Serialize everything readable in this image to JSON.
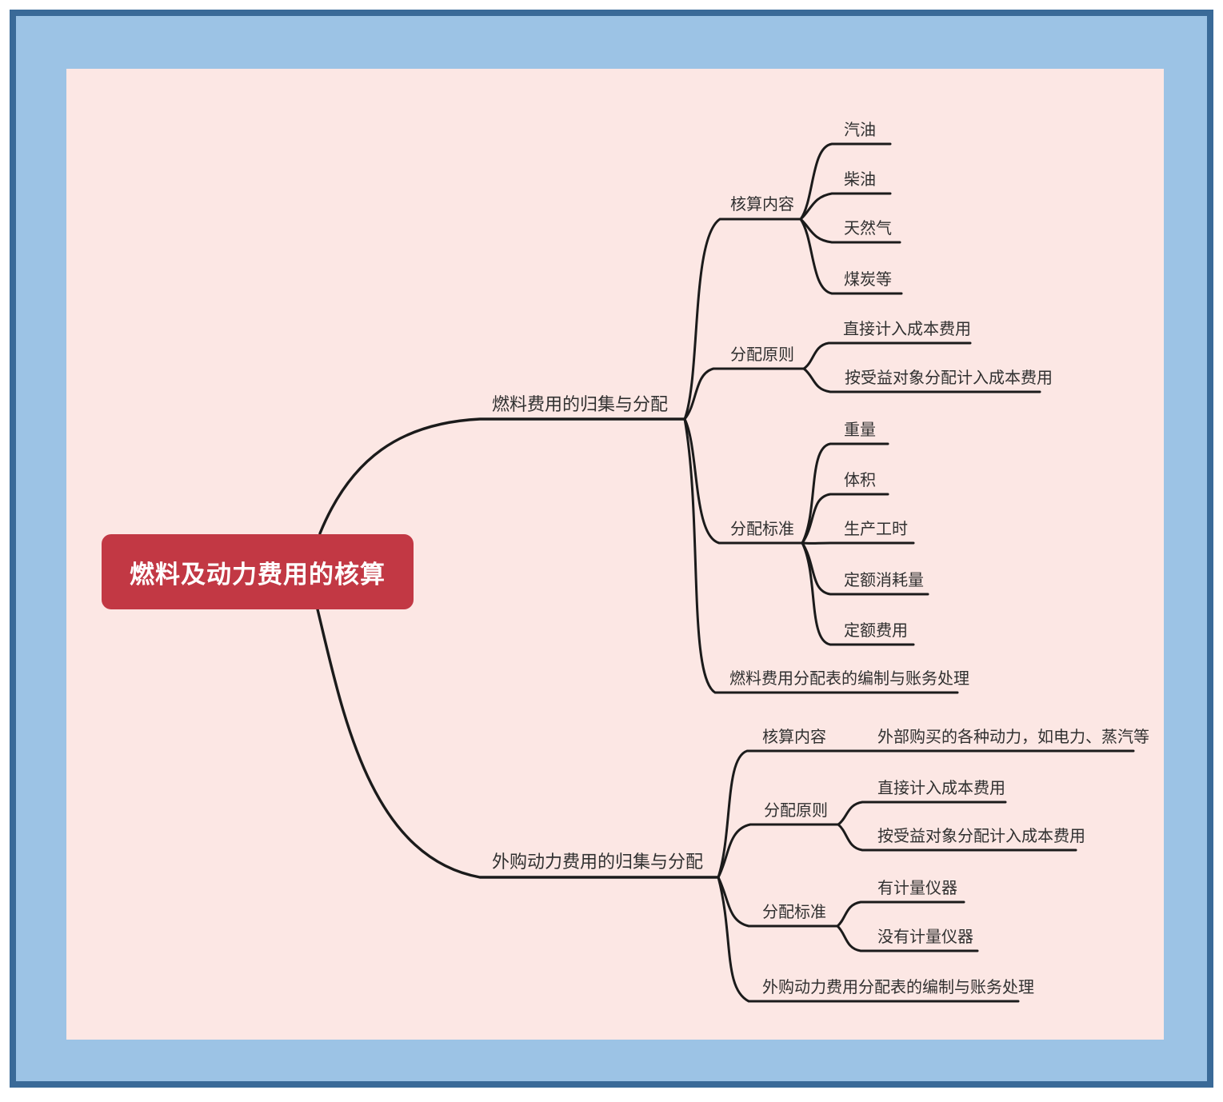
{
  "colors": {
    "frame_border": "#3a6a98",
    "frame_fill": "#9cc3e5",
    "canvas_fill": "#fce7e4",
    "root_fill": "#c23844",
    "root_text": "#ffffff",
    "line": "#1b1b1b",
    "node_text": "#303030"
  },
  "root": {
    "label": "燃料及动力费用的核算"
  },
  "branches": [
    {
      "label": "燃料费用的归集与分配",
      "children": [
        {
          "label": "核算内容",
          "children": [
            {
              "label": "汽油"
            },
            {
              "label": "柴油"
            },
            {
              "label": "天然气"
            },
            {
              "label": "煤炭等"
            }
          ]
        },
        {
          "label": "分配原则",
          "children": [
            {
              "label": "直接计入成本费用"
            },
            {
              "label": "按受益对象分配计入成本费用"
            }
          ]
        },
        {
          "label": "分配标准",
          "children": [
            {
              "label": "重量"
            },
            {
              "label": "体积"
            },
            {
              "label": "生产工时"
            },
            {
              "label": "定额消耗量"
            },
            {
              "label": "定额费用"
            }
          ]
        },
        {
          "label": "燃料费用分配表的编制与账务处理",
          "children": []
        }
      ]
    },
    {
      "label": "外购动力费用的归集与分配",
      "children": [
        {
          "label": "核算内容",
          "children": [
            {
              "label": "外部购买的各种动力，如电力、蒸汽等"
            }
          ]
        },
        {
          "label": "分配原则",
          "children": [
            {
              "label": "直接计入成本费用"
            },
            {
              "label": "按受益对象分配计入成本费用"
            }
          ]
        },
        {
          "label": "分配标准",
          "children": [
            {
              "label": "有计量仪器"
            },
            {
              "label": "没有计量仪器"
            }
          ]
        },
        {
          "label": "外购动力费用分配表的编制与账务处理",
          "children": []
        }
      ]
    }
  ]
}
